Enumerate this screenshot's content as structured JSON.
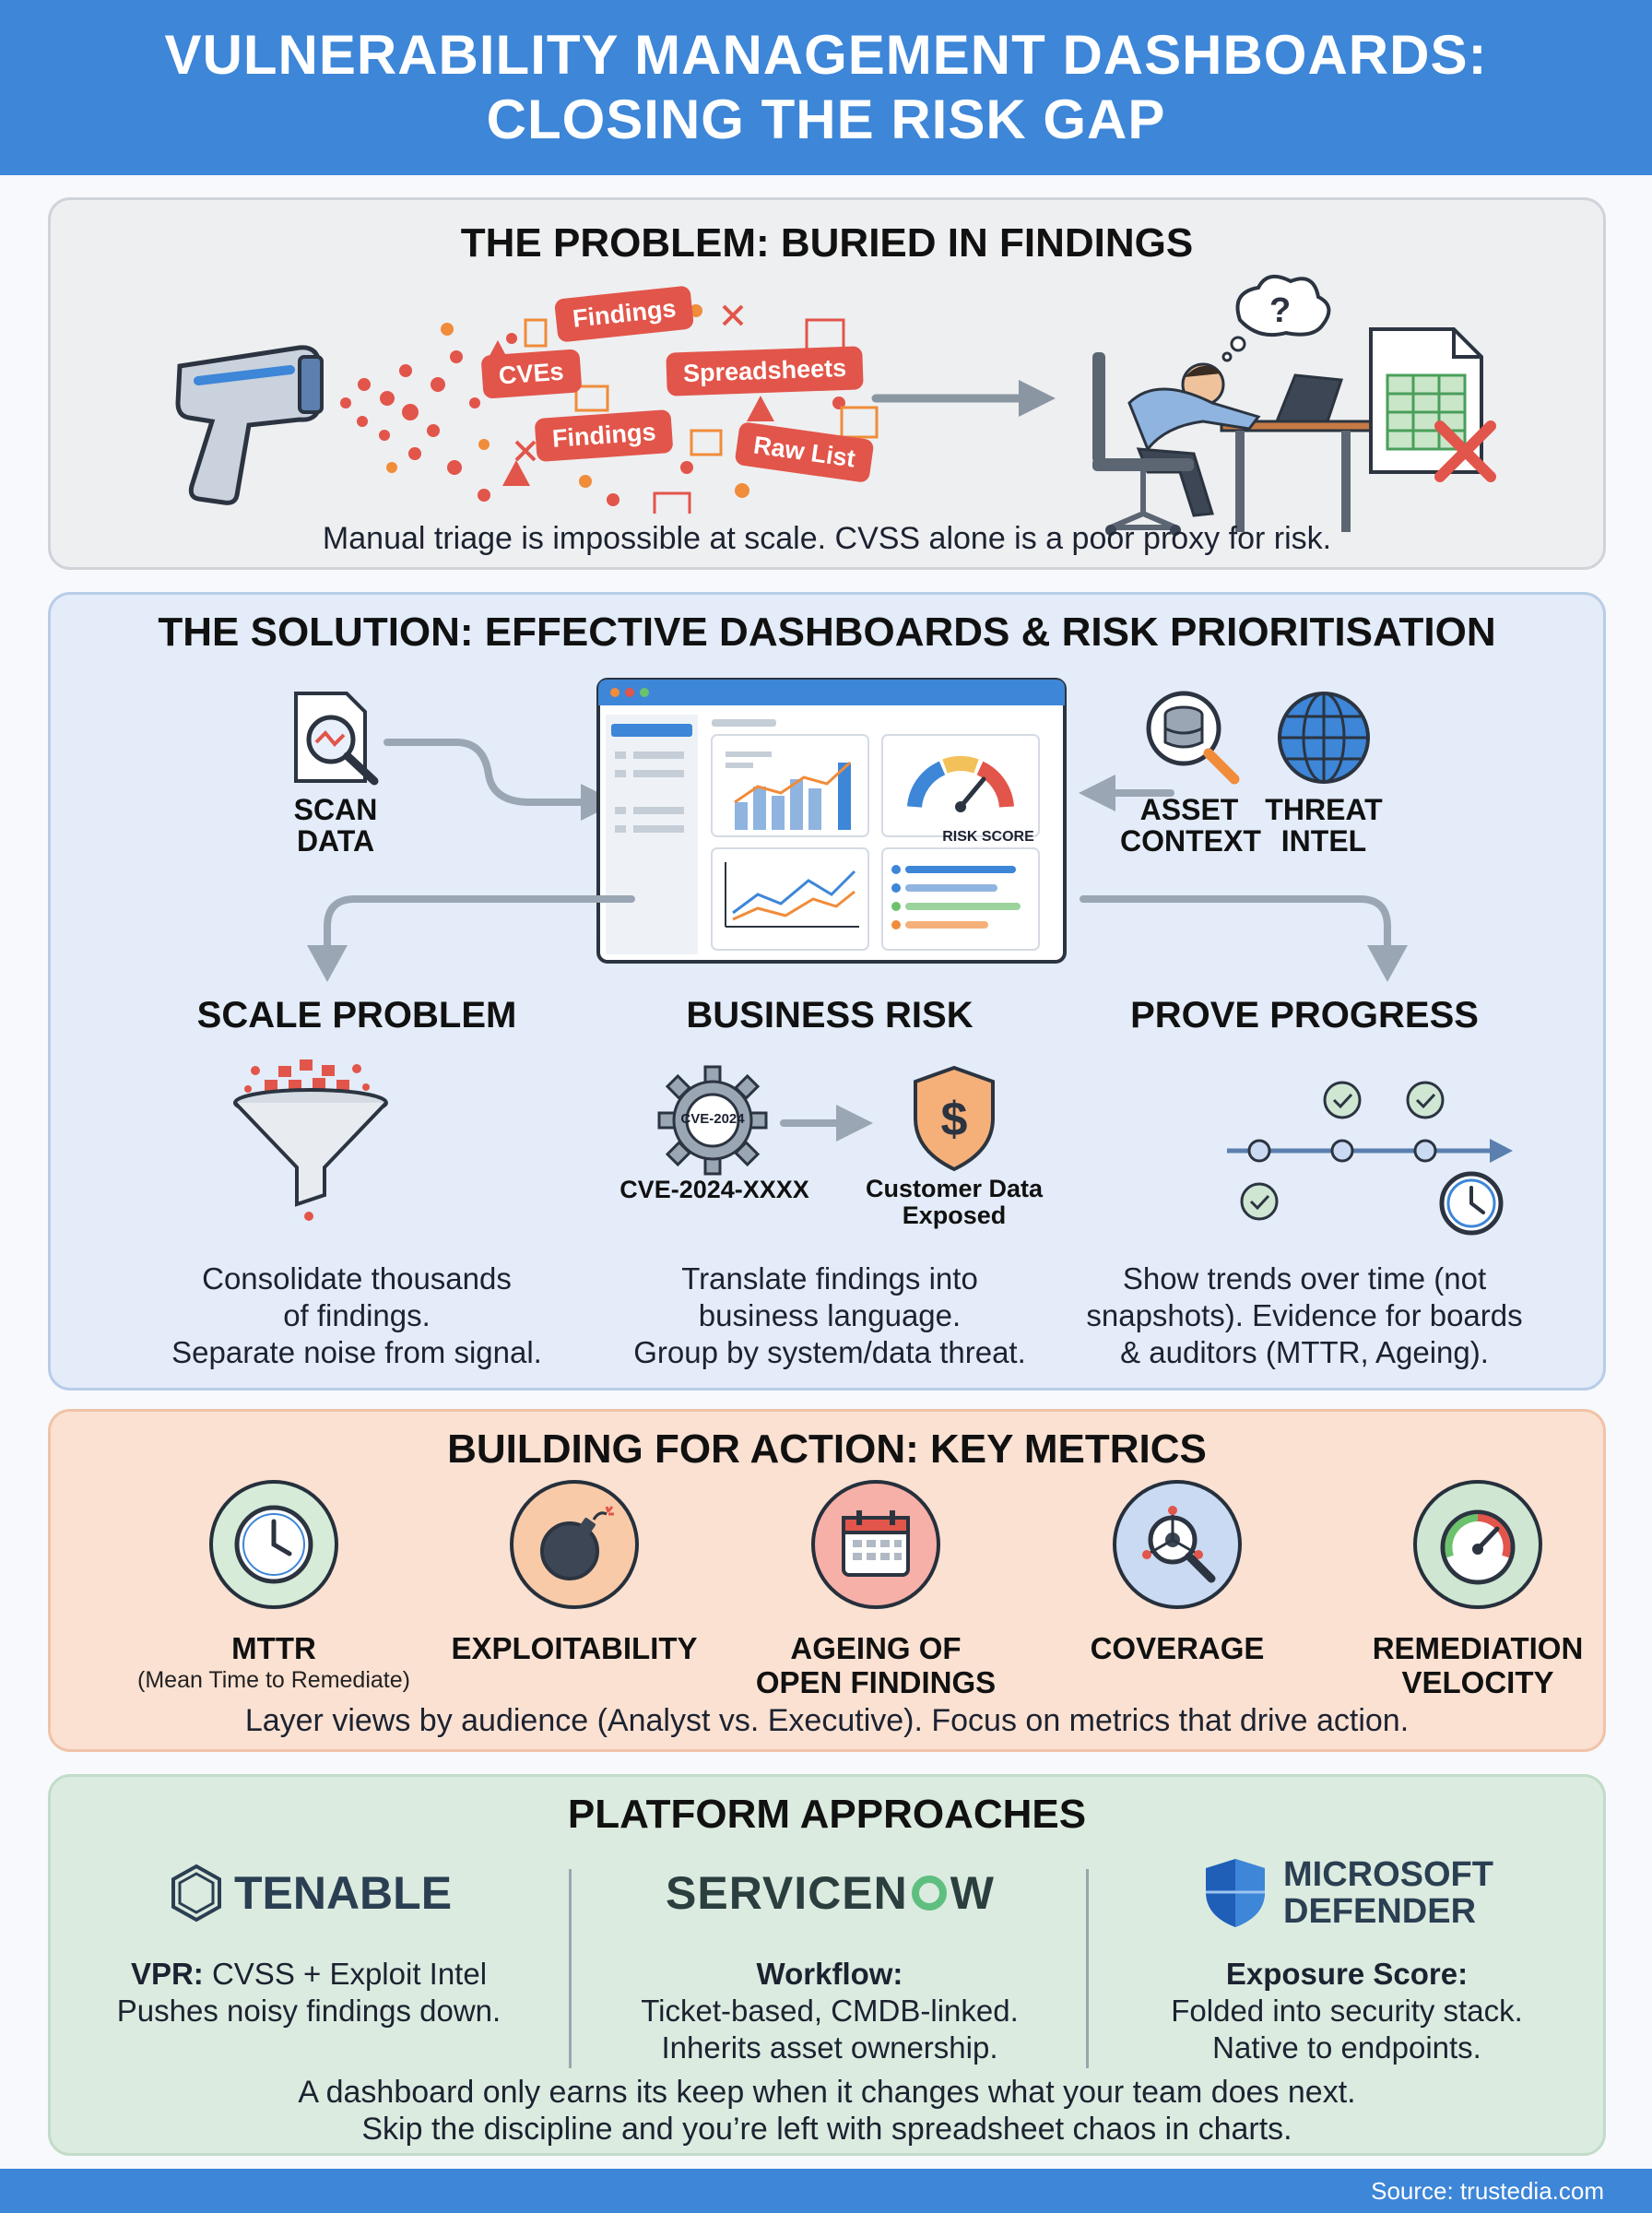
{
  "header": {
    "title_line1": "VULNERABILITY MANAGEMENT DASHBOARDS:",
    "title_line2": "CLOSING THE RISK GAP"
  },
  "problem": {
    "title": "THE PROBLEM: BURIED IN FINDINGS",
    "tags": [
      "Findings",
      "CVEs",
      "Spreadsheets",
      "Findings",
      "Raw List"
    ],
    "caption": "Manual triage is impossible at scale. CVSS alone is a poor proxy for risk."
  },
  "solution": {
    "title": "THE SOLUTION: EFFECTIVE DASHBOARDS & RISK PRIORITISATION",
    "inputs": {
      "scan_line1": "SCAN",
      "scan_line2": "DATA",
      "asset_line1": "ASSET",
      "asset_line2": "CONTEXT",
      "threat_line1": "THREAT",
      "threat_line2": "INTEL"
    },
    "dashboard": {
      "gauge_label": "RISK SCORE"
    },
    "columns": [
      {
        "title": "SCALE PROBLEM",
        "line1": "Consolidate thousands",
        "line2": "of findings.",
        "line3": "Separate noise from signal."
      },
      {
        "title": "BUSINESS RISK",
        "gear_label": "CVE-2024",
        "cve": "CVE-2024-XXXX",
        "asset_line1": "Customer Data",
        "asset_line2": "Exposed",
        "line1": "Translate findings into",
        "line2": "business language.",
        "line3": "Group by system/data threat."
      },
      {
        "title": "PROVE PROGRESS",
        "line1": "Show trends over time (not",
        "line2": "snapshots). Evidence for boards",
        "line3": "& auditors (MTTR, Ageing)."
      }
    ]
  },
  "metrics": {
    "title": "BUILDING FOR ACTION: KEY METRICS",
    "items": [
      {
        "name_line1": "MTTR",
        "name_line2": "",
        "sub": "(Mean Time to Remediate)",
        "color": "#d6ecd9"
      },
      {
        "name_line1": "EXPLOITABILITY",
        "name_line2": "",
        "sub": "",
        "color": "#f8caa8"
      },
      {
        "name_line1": "AGEING OF",
        "name_line2": "OPEN FINDINGS",
        "sub": "",
        "color": "#f6b0a8"
      },
      {
        "name_line1": "COVERAGE",
        "name_line2": "",
        "sub": "",
        "color": "#c9daf2"
      },
      {
        "name_line1": "REMEDIATION",
        "name_line2": "VELOCITY",
        "sub": "",
        "color": "#cfe6d3"
      }
    ],
    "caption": "Layer views by audience (Analyst vs. Executive). Focus on metrics that drive action."
  },
  "platforms": {
    "title": "PLATFORM APPROACHES",
    "tenable": {
      "logo": "TENABLE",
      "label": "VPR:",
      "line1": " CVSS + Exploit Intel",
      "line2": "Pushes noisy findings down."
    },
    "servicenow": {
      "logo_a": "SERVICEN",
      "logo_b": "W",
      "label": "Workflow:",
      "line1": "Ticket-based, CMDB-linked.",
      "line2": "Inherits asset ownership."
    },
    "defender": {
      "logo_line1": "MICROSOFT",
      "logo_line2": "DEFENDER",
      "label": "Exposure Score:",
      "line1": "Folded into security stack.",
      "line2": "Native to endpoints."
    },
    "closing_line1": "A dashboard only earns its keep when it changes what your team does next.",
    "closing_line2": "Skip the discipline and you’re left with spreadsheet chaos in charts."
  },
  "footer": {
    "source": "Source: trustedia.com"
  }
}
